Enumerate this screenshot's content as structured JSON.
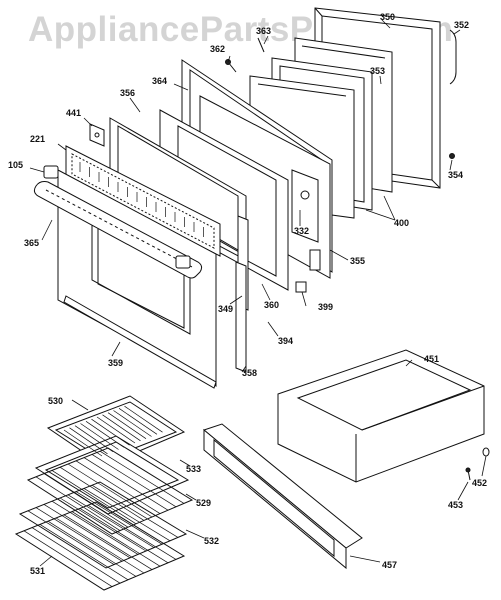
{
  "watermark": "AppliancePartsPros.com",
  "callouts": {
    "p350": "350",
    "p352": "352",
    "p362": "362",
    "p363": "363",
    "p353": "353",
    "p364": "364",
    "p441": "441",
    "p356": "356",
    "p221": "221",
    "p105": "105",
    "p354": "354",
    "p400": "400",
    "p332": "332",
    "p365": "365",
    "p355": "355",
    "p349": "349",
    "p360": "360",
    "p399": "399",
    "p394": "394",
    "p359": "359",
    "p358": "358",
    "p451": "451",
    "p530": "530",
    "p533": "533",
    "p529": "529",
    "p532": "532",
    "p452": "452",
    "p453": "453",
    "p531": "531",
    "p457": "457"
  }
}
